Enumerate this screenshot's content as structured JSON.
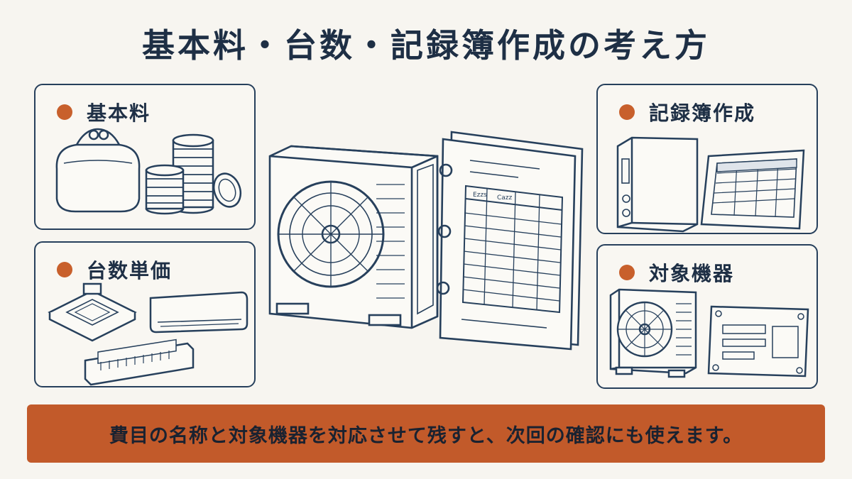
{
  "title": "基本料・台数・記録簿作成の考え方",
  "panels": {
    "basic_fee": {
      "label": "基本料",
      "icon": "wallet-coins-icon"
    },
    "unit_price": {
      "label": "台数単価",
      "icon": "air-conditioner-units-icon"
    },
    "record_book": {
      "label": "記録簿作成",
      "icon": "binder-document-icon"
    },
    "target_equipment": {
      "label": "対象機器",
      "icon": "outdoor-unit-nameplate-icon"
    }
  },
  "center": {
    "form_headers": [
      "Ezzs",
      "Cazz"
    ]
  },
  "banner": {
    "text": "費目の名称と対象機器を対応させて残すと、次回の確認にも使えます。"
  },
  "colors": {
    "accent": "#c8602c",
    "ink": "#1e2f45",
    "background": "#f7f5f0",
    "banner": "#c25a2a"
  }
}
